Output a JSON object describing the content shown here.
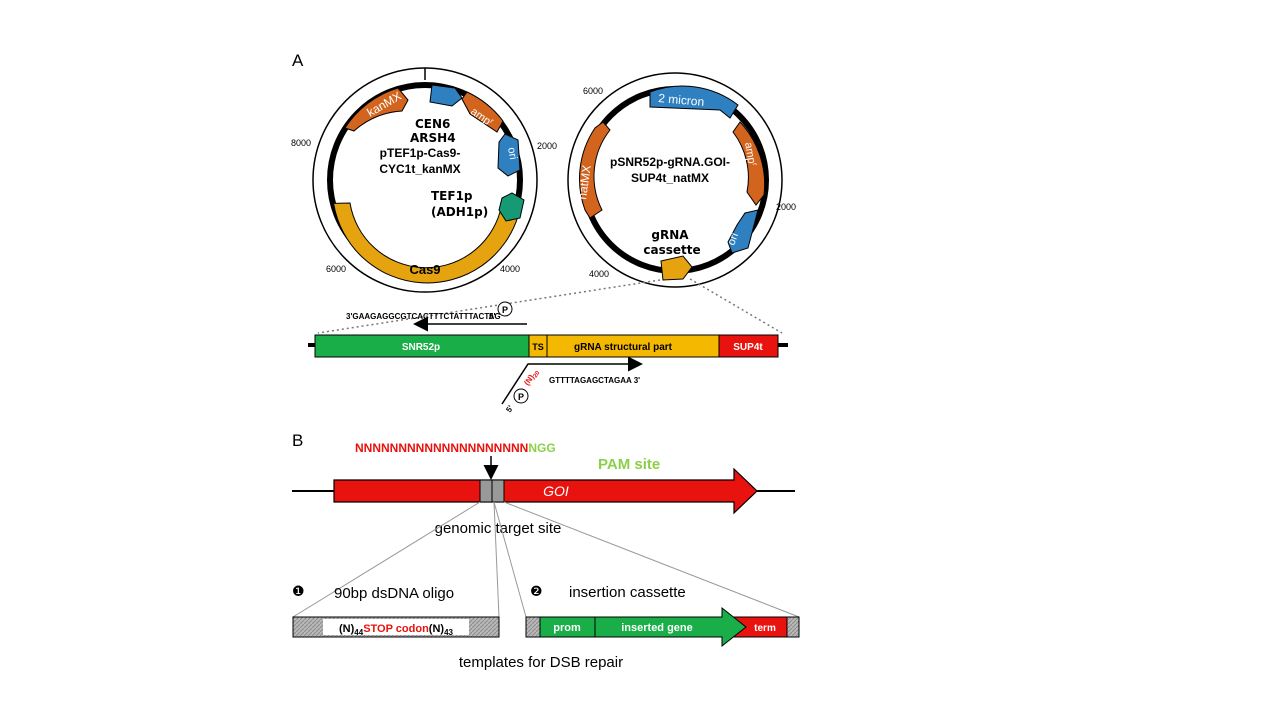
{
  "panel_a": {
    "label": "A",
    "plasmid1": {
      "name_line1": "pTEF1p-Cas9-",
      "name_line2": "CYC1t_kanMX",
      "features": {
        "kanmx": "kanMX",
        "cen6": "CEN6",
        "arsh4": "ARSH4",
        "ampr": "amp",
        "ori": "ori",
        "tef1p": "TEF1p",
        "adh1p": "(ADH1p)",
        "cas9": "Cas9"
      },
      "ticks": {
        "t2000": "2000",
        "t4000": "4000",
        "t6000": "6000",
        "t8000": "8000"
      },
      "colors": {
        "orange": "#D2641E",
        "blue": "#2E80C0",
        "green": "#159A74",
        "yellow": "#E6A310"
      }
    },
    "plasmid2": {
      "name_line1": "pSNR52p-gRNA.GOI-",
      "name_line2": "SUP4t_natMX",
      "features": {
        "two_micron": "2 micron",
        "natmx": "natMX",
        "ampr": "amp",
        "ori": "ori",
        "grna1": "gRNA",
        "grna2": "cassette"
      },
      "ticks": {
        "t2000": "2000",
        "t4000": "4000",
        "t6000": "6000"
      }
    },
    "cassette": {
      "snr52p": "SNR52p",
      "ts": "TS",
      "grna_structural": "gRNA structural part",
      "sup4t": "SUP4t",
      "primer_top_seq": "3'GAAGAGGCGTCACTTTCTATTTACTAG",
      "primer_top_end": "5'",
      "primer_bottom_start": "5'",
      "primer_bottom_n": "(N)",
      "primer_bottom_sub": "20",
      "primer_bottom_seq": "GTTTTAGAGCTAGAA 3'",
      "phospho": "P"
    }
  },
  "panel_b": {
    "label": "B",
    "target_seq": "NNNNNNNNNNNNNNNNNNNN",
    "pam_seq": "NGG",
    "pam_label": "PAM site",
    "goi": "GOI",
    "genomic_target": "genomic target site",
    "option1_num": "❶",
    "option1_title": "90bp dsDNA oligo",
    "oligo_n1": "(N)",
    "oligo_sub1": "44",
    "oligo_stop": "STOP codon",
    "oligo_n2": "(N)",
    "oligo_sub2": "43",
    "option2_num": "❷",
    "option2_title": "insertion cassette",
    "prom": "prom",
    "inserted_gene": "inserted gene",
    "term": "term",
    "templates": "templates for DSB repair"
  }
}
